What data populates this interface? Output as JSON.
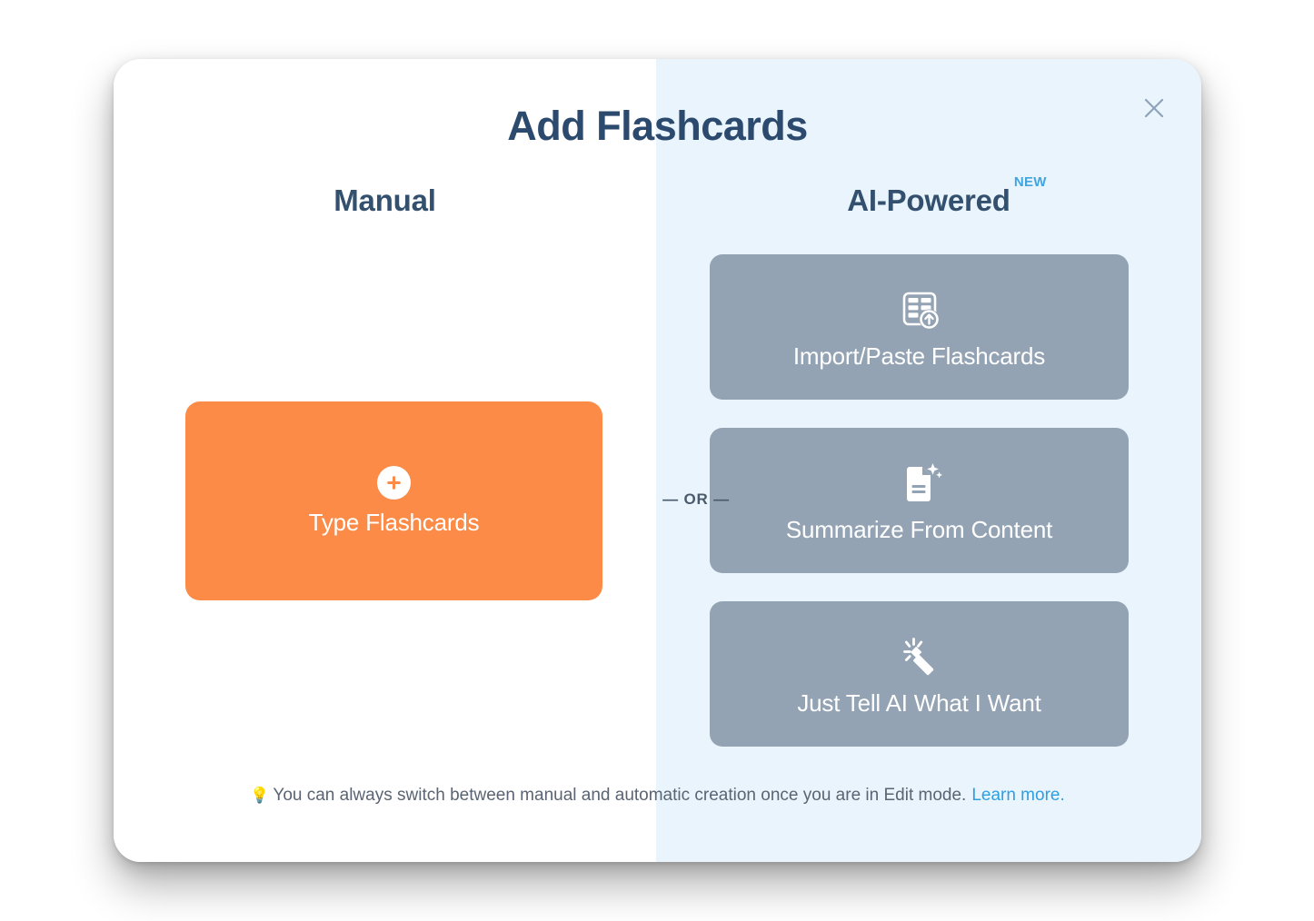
{
  "modal": {
    "title": "Add Flashcards",
    "close_icon": "close-icon",
    "divider_label": "— OR —"
  },
  "manual": {
    "heading": "Manual",
    "button": {
      "label": "Type Flashcards",
      "icon": "plus-circle-icon"
    }
  },
  "ai": {
    "heading": "AI-Powered",
    "badge": "NEW",
    "buttons": [
      {
        "label": "Import/Paste Flashcards",
        "icon": "table-upload-icon"
      },
      {
        "label": "Summarize From Content",
        "icon": "document-sparkle-icon"
      },
      {
        "label": "Just Tell AI What I Want",
        "icon": "magic-wand-icon"
      }
    ]
  },
  "footer": {
    "bulb_icon": "💡",
    "text": "You can always switch between manual and automatic creation once you are in Edit mode.",
    "link": "Learn more."
  },
  "colors": {
    "title": "#2c4a6e",
    "heading": "#33506f",
    "badge": "#41a5e0",
    "orange": "#fb8b46",
    "ai_button": "#93a3b3",
    "ai_panel_bg": "#e9f4fd",
    "link": "#2e9fe0"
  }
}
